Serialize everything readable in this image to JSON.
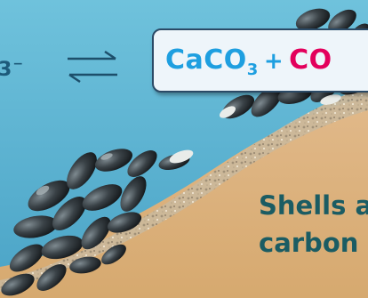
{
  "equation": {
    "left_fragment": "3",
    "left_charge": "−",
    "product_caco": "CaCO",
    "product_subscript": "3",
    "plus": "+",
    "product_co": "CO"
  },
  "caption": {
    "line1": "Shells a",
    "line2": "carbon"
  },
  "colors": {
    "water": "#66b9d4",
    "sand": "#dcb27b",
    "caco3_text": "#1e9fe0",
    "co_text": "#e3005c",
    "caption_text": "#1b5c63"
  },
  "icons": [
    "equilibrium-arrows-icon",
    "mussel-shell-icon"
  ]
}
